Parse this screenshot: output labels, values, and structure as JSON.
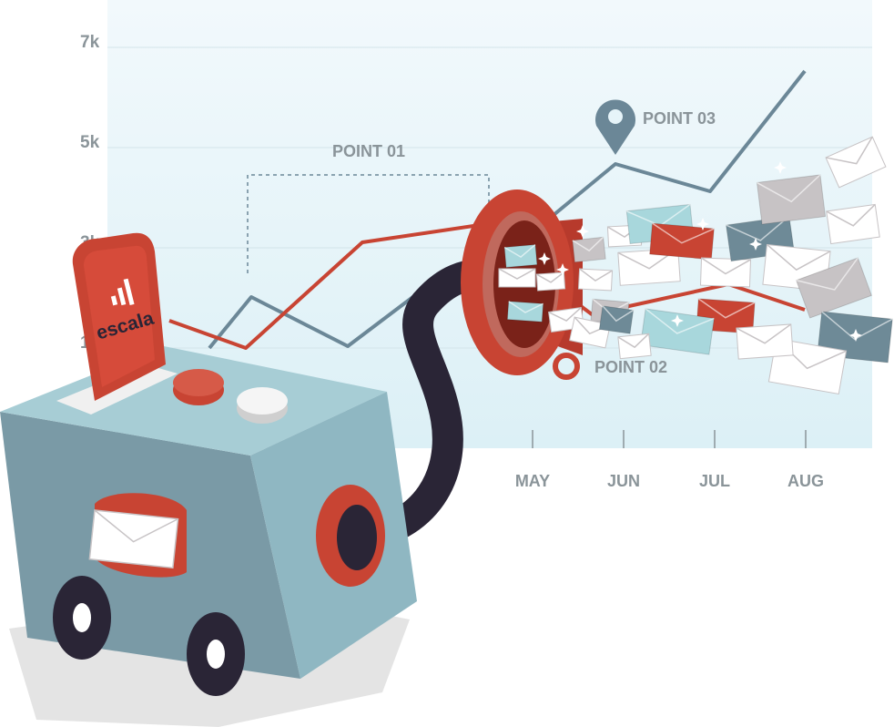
{
  "brand": {
    "name": "escala"
  },
  "chart_data": {
    "type": "line",
    "y_ticks": [
      "7k",
      "5k",
      "3k",
      "1k"
    ],
    "x_ticks": [
      "MAY",
      "JUN",
      "JUL",
      "AUG"
    ],
    "annotations": [
      "POINT 01",
      "POINT 02",
      "POINT 03"
    ],
    "series": [
      {
        "color": "#6b8797"
      },
      {
        "color": "#c84433"
      }
    ],
    "grid": true
  },
  "colors": {
    "chart_bg": "#e6f4f9",
    "robot_body": "#8fb7c2",
    "robot_shadow": "#6e8f9a",
    "accent_red": "#c84433",
    "hose": "#2a2536",
    "envelope_white": "#ffffff",
    "envelope_grey": "#c7c3c5",
    "envelope_teal": "#a8d7dc",
    "envelope_slate": "#6e8a97"
  },
  "icons": [
    "location-pin-icon",
    "envelope-icon",
    "sparkle-icon",
    "bar-chart-logo-icon"
  ]
}
